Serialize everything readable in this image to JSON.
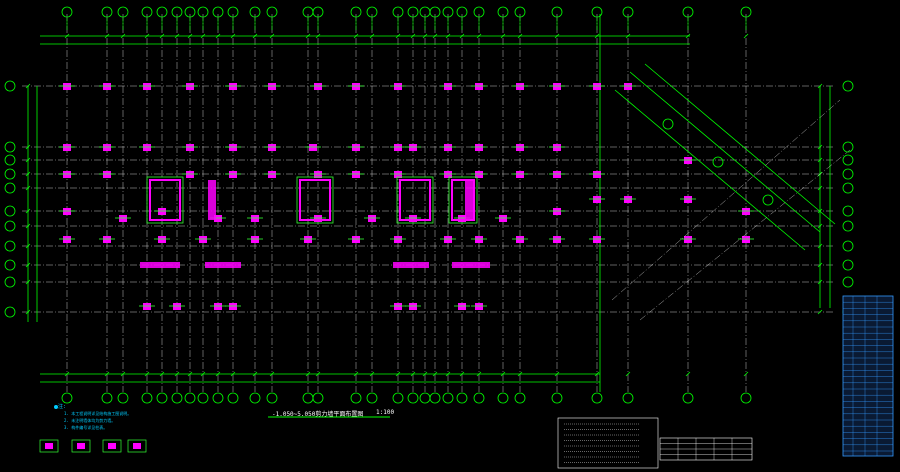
{
  "drawing": {
    "title": "-1.050~5.050剪力墙平面布置图",
    "scale": "1:100",
    "colors": {
      "background": "#000000",
      "gridline": "#ffffff",
      "dimension": "#00ff00",
      "bubble": "#00ff00",
      "column": "#ff00ff",
      "column_outline": "#33ff33",
      "notes": "#00ccff",
      "table": "#3399ff",
      "titleblock": "#ffffff"
    }
  },
  "notes": {
    "heading": "注:",
    "lines": [
      "1. 本工程说明详见结构施工图说明。",
      "2. 未注明墙体均为剪力墙。",
      "3. 构件编号详见柱表。"
    ]
  }
}
